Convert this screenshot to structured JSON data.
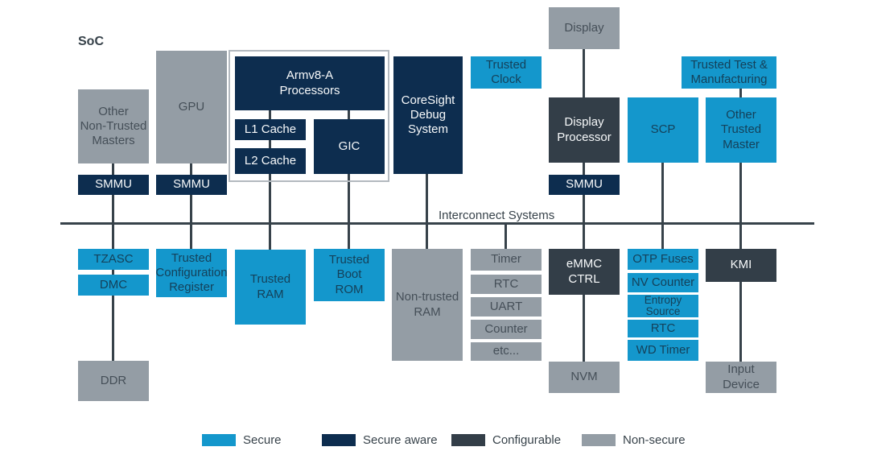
{
  "soc_label": "SoC",
  "interconnect_label": "Interconnect Systems",
  "blocks": {
    "other_non_trusted_masters": {
      "label": "Other\nNon-Trusted\nMasters",
      "type": "non-secure"
    },
    "gpu": {
      "label": "GPU",
      "type": "non-secure"
    },
    "smmu_left": {
      "label": "SMMU",
      "type": "secure-aware"
    },
    "smmu_gpu": {
      "label": "SMMU",
      "type": "secure-aware"
    },
    "armv8_processors": {
      "label": "Armv8-A\nProcessors",
      "type": "secure-aware"
    },
    "l1_cache": {
      "label": "L1 Cache",
      "type": "secure-aware"
    },
    "l2_cache": {
      "label": "L2 Cache",
      "type": "secure-aware"
    },
    "gic": {
      "label": "GIC",
      "type": "secure-aware"
    },
    "coresight": {
      "label": "CoreSight\nDebug\nSystem",
      "type": "secure-aware"
    },
    "trusted_clock": {
      "label": "Trusted\nClock",
      "type": "secure"
    },
    "display": {
      "label": "Display",
      "type": "non-secure"
    },
    "display_processor": {
      "label": "Display\nProcessor",
      "type": "configurable"
    },
    "smmu_display": {
      "label": "SMMU",
      "type": "secure-aware"
    },
    "scp": {
      "label": "SCP",
      "type": "secure"
    },
    "trusted_test_manufacturing": {
      "label": "Trusted Test &\nManufacturing",
      "type": "secure"
    },
    "other_trusted_master": {
      "label": "Other\nTrusted\nMaster",
      "type": "secure"
    },
    "tzasc": {
      "label": "TZASC",
      "type": "secure"
    },
    "dmc": {
      "label": "DMC",
      "type": "secure"
    },
    "ddr": {
      "label": "DDR",
      "type": "non-secure"
    },
    "trusted_configuration_register": {
      "label": "Trusted\nConfiguration\nRegister",
      "type": "secure"
    },
    "trusted_ram": {
      "label": "Trusted\nRAM",
      "type": "secure"
    },
    "trusted_boot_rom": {
      "label": "Trusted\nBoot\nROM",
      "type": "secure"
    },
    "non_trusted_ram": {
      "label": "Non-trusted\nRAM",
      "type": "non-secure"
    },
    "timer": {
      "label": "Timer",
      "type": "non-secure"
    },
    "rtc_peripheral": {
      "label": "RTC",
      "type": "non-secure"
    },
    "uart": {
      "label": "UART",
      "type": "non-secure"
    },
    "counter": {
      "label": "Counter",
      "type": "non-secure"
    },
    "etc": {
      "label": "etc...",
      "type": "non-secure"
    },
    "emmc_ctrl": {
      "label": "eMMC\nCTRL",
      "type": "configurable"
    },
    "nvm": {
      "label": "NVM",
      "type": "non-secure"
    },
    "otp_fuses": {
      "label": "OTP Fuses",
      "type": "secure"
    },
    "nv_counter": {
      "label": "NV Counter",
      "type": "secure"
    },
    "entropy_source": {
      "label": "Entropy\nSource",
      "type": "secure"
    },
    "rtc_secure": {
      "label": "RTC",
      "type": "secure"
    },
    "wd_timer": {
      "label": "WD Timer",
      "type": "secure"
    },
    "kmi": {
      "label": "KMI",
      "type": "configurable"
    },
    "input_device": {
      "label": "Input\nDevice",
      "type": "non-secure"
    }
  },
  "legend": {
    "items": [
      {
        "label": "Secure",
        "color": "#1497CC"
      },
      {
        "label": "Secure aware",
        "color": "#0D2D4F"
      },
      {
        "label": "Configurable",
        "color": "#333E48"
      },
      {
        "label": "Non-secure",
        "color": "#949DA5"
      }
    ]
  },
  "colors": {
    "secure": "#1497CC",
    "secure_aware": "#0D2D4F",
    "configurable": "#333E48",
    "non_secure": "#949DA5",
    "connector_line": "#37424A",
    "background": "#FFFFFF"
  }
}
